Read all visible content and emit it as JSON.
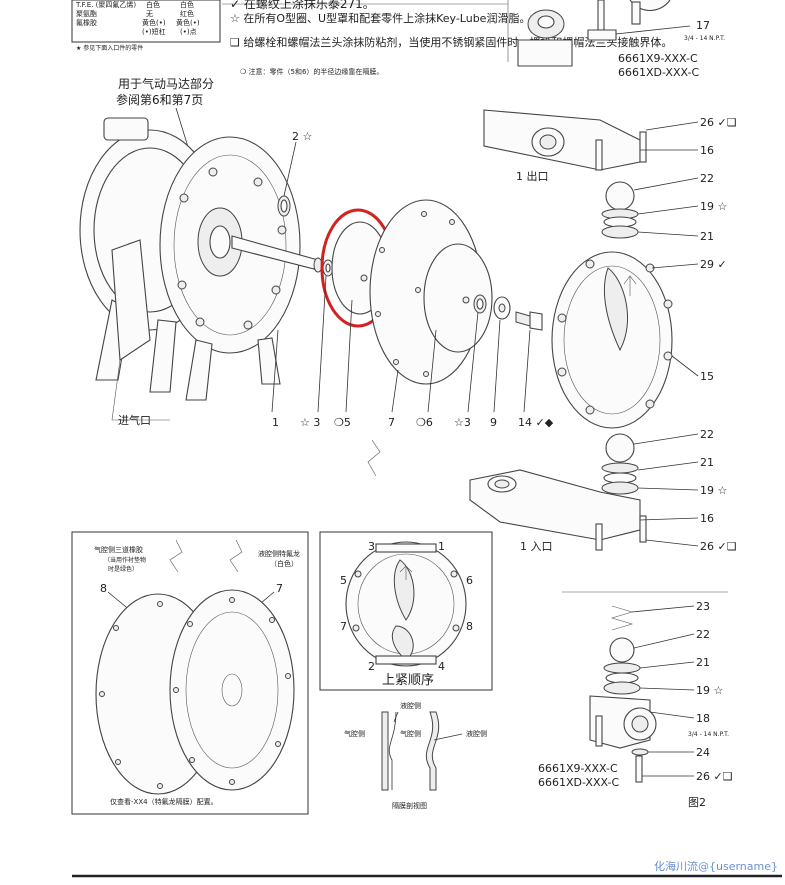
{
  "legend": {
    "rows": [
      {
        "material": "T.F.E. (聚四氟乙烯)",
        "a": "白色",
        "b": "白色"
      },
      {
        "material": "聚氨酯",
        "a": "无",
        "b": "红色"
      },
      {
        "material": "氟橡胶",
        "a": "黄色(•)",
        "b": "黄色(•)"
      },
      {
        "material": "",
        "a": "(•)短杠",
        "b": "(•)点"
      }
    ],
    "footnote": "★ 参见下面入口件的零件"
  },
  "notes": {
    "line1": "✓ 在螺纹上涂抹乐泰271。",
    "line2": "☆ 在所有O型圈、U型罩和配套零件上涂抹Key-Lube润滑脂。",
    "line3": "❑ 给螺栓和螺帽法兰头涂抹防粘剂，当使用不锈钢紧固件时，螺栓和螺帽法兰头接触界体。",
    "note": "❍ 注意：零件（5和6）的半径边缘靠在隔膜。"
  },
  "top_right": {
    "label17": "17",
    "npt": "3/4 - 14 N.P.T.",
    "model1": "6661X9-XXX-C",
    "model2": "6661XD-XXX-C"
  },
  "main": {
    "air_motor_line1": "用于气动马达部分",
    "air_motor_line2": "参阅第6和第7页",
    "air_inlet": "进气口",
    "outlet": "1 出口",
    "inlet": "1 入口",
    "labels_bottom": [
      "1",
      "☆ 3",
      "❍5",
      "7",
      "❍6",
      "☆3",
      "9",
      "14 ✓◆"
    ],
    "label_2": "2 ☆",
    "right_labels": [
      {
        "num": "26",
        "sym": "✓❑"
      },
      {
        "num": "16",
        "sym": ""
      },
      {
        "num": "22",
        "sym": ""
      },
      {
        "num": "19",
        "sym": "☆"
      },
      {
        "num": "21",
        "sym": ""
      },
      {
        "num": "29",
        "sym": "✓"
      },
      {
        "num": "15",
        "sym": ""
      },
      {
        "num": "22",
        "sym": ""
      },
      {
        "num": "21",
        "sym": ""
      },
      {
        "num": "19",
        "sym": "☆"
      },
      {
        "num": "16",
        "sym": ""
      },
      {
        "num": "26",
        "sym": "✓❑"
      }
    ]
  },
  "diaphragm_box": {
    "air_side_label1": "气腔侧三道橡胶",
    "air_side_label2": "（当用作衬垫物",
    "air_side_label3": "时是绿色）",
    "fluid_side_label1": "液腔侧特氟龙",
    "fluid_side_label2": "（白色）",
    "num8": "8",
    "num7": "7",
    "caption": "仅查看-XX4（特氟龙隔膜）配置。"
  },
  "torque_box": {
    "numbers": [
      "3",
      "1",
      "5",
      "6",
      "7",
      "8",
      "2",
      "4"
    ],
    "caption": "上紧顺序"
  },
  "section_view": {
    "fluid_side_top": "液腔侧",
    "air_side_left": "气腔侧",
    "air_side_mid": "气腔侧",
    "fluid_side_right": "液腔侧",
    "caption": "隔膜剖视图"
  },
  "bottom_right": {
    "labels": [
      {
        "num": "23",
        "sym": ""
      },
      {
        "num": "22",
        "sym": ""
      },
      {
        "num": "21",
        "sym": ""
      },
      {
        "num": "19",
        "sym": "☆"
      },
      {
        "num": "18",
        "sym": ""
      },
      {
        "num": "24",
        "sym": ""
      },
      {
        "num": "26",
        "sym": "✓❑"
      }
    ],
    "npt": "3/4 - 14 N.P.T.",
    "model1": "6661X9-XXX-C",
    "model2": "6661XD-XXX-C",
    "figure": "图2"
  },
  "watermark": "化海川流@{username}"
}
